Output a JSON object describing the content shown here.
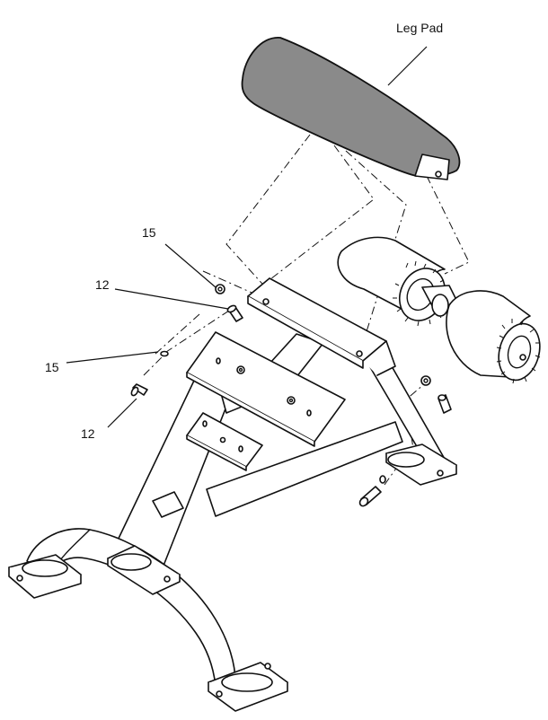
{
  "labels": {
    "leg_pad": "Leg Pad",
    "part_15_upper": "15",
    "part_12_upper": "12",
    "part_15_lower": "15",
    "part_12_lower": "12"
  },
  "colors": {
    "leg_pad_fill": "#8a8a8a",
    "line": "#111111",
    "background": "#ffffff"
  }
}
